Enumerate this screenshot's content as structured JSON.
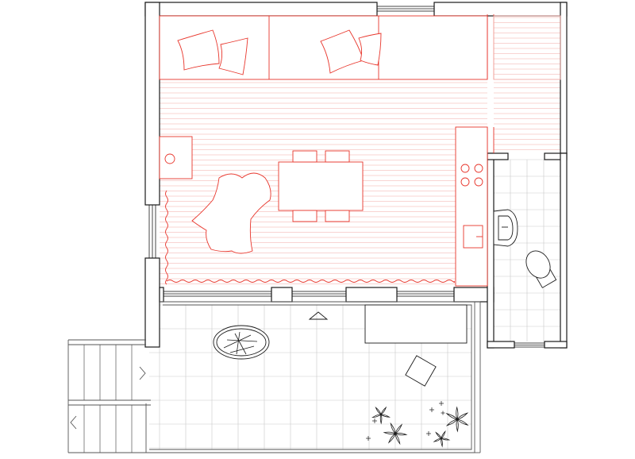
{
  "drawing": {
    "kind": "architectural floor plan",
    "colors": {
      "background": "#ffffff",
      "wall": "#1a1a1a",
      "wall_fill": "#ffffff",
      "interior_line": "#e8352b",
      "floor_board": "#f2a9a4",
      "tile_grid": "#c9c9c9",
      "exterior_line": "#555555"
    },
    "rooms": [
      "living-dining-kitchen",
      "bathroom",
      "terrace",
      "entry-stairs"
    ],
    "furniture_icons": [
      "sofa-icon",
      "cushion-icon",
      "dining-table-icon",
      "chair-icon",
      "rug-icon",
      "stove-icon",
      "sink-icon",
      "toilet-icon",
      "washbasin-icon",
      "fire-pit-icon",
      "bench-icon",
      "lounge-chair-icon",
      "plant-icon"
    ]
  }
}
